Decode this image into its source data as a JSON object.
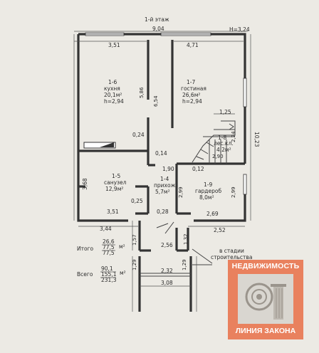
{
  "plan": {
    "title": "1-й этаж",
    "height_note": "H=3,24",
    "dims": {
      "top_total": "9,04",
      "top_left": "3,51",
      "top_right": "4,71",
      "right_total": "10,23",
      "stair_w": "1,25",
      "wall_586": "5,86",
      "wall_654": "6,54",
      "d024": "0,24",
      "d014": "0,14",
      "d190": "1,90",
      "d012": "0,12",
      "d290": "2,90",
      "d224": "2,24",
      "left_368": "3,68",
      "d299a": "2,99",
      "d299b": "2,99",
      "d025": "0,25",
      "bottom_351": "3,51",
      "d028": "0,28",
      "d269": "2,69",
      "d344": "3,44",
      "d252": "2,52",
      "d157": "1,57",
      "d132": "1,32",
      "d256": "2,56",
      "d129a": "1,29",
      "d129b": "1,29",
      "d232": "2,32",
      "d308": "3,08"
    },
    "rooms": [
      {
        "id": "1-6",
        "name": "кухня",
        "area": "20,1м²",
        "height": "h=2,94"
      },
      {
        "id": "1-7",
        "name": "гостиная",
        "area": "26,6м²",
        "height": "h=2,94"
      },
      {
        "id": "1-8",
        "name": "лес.кл.",
        "area": "4,2м²"
      },
      {
        "id": "1-5",
        "name": "санузел",
        "area": "12,9м²"
      },
      {
        "id": "1-4",
        "name": "прихож.",
        "area": "5,7м²"
      },
      {
        "id": "1-9",
        "name": "гардероб",
        "area": "8,0м²"
      }
    ],
    "note": {
      "line1": "в стадии",
      "line2": "строительства"
    }
  },
  "totals": {
    "itogo_label": "Итого",
    "itogo_values": [
      "26,6",
      "77,5",
      "77,5"
    ],
    "itogo_unit": "м²",
    "vsego_label": "Всего",
    "vsego_values": [
      "90,1",
      "155,1",
      "231,3"
    ],
    "vsego_unit": "м²"
  },
  "logo": {
    "top": "НЕДВИЖИМОСТЬ",
    "bottom": "ЛИНИЯ ЗАКОНА"
  }
}
